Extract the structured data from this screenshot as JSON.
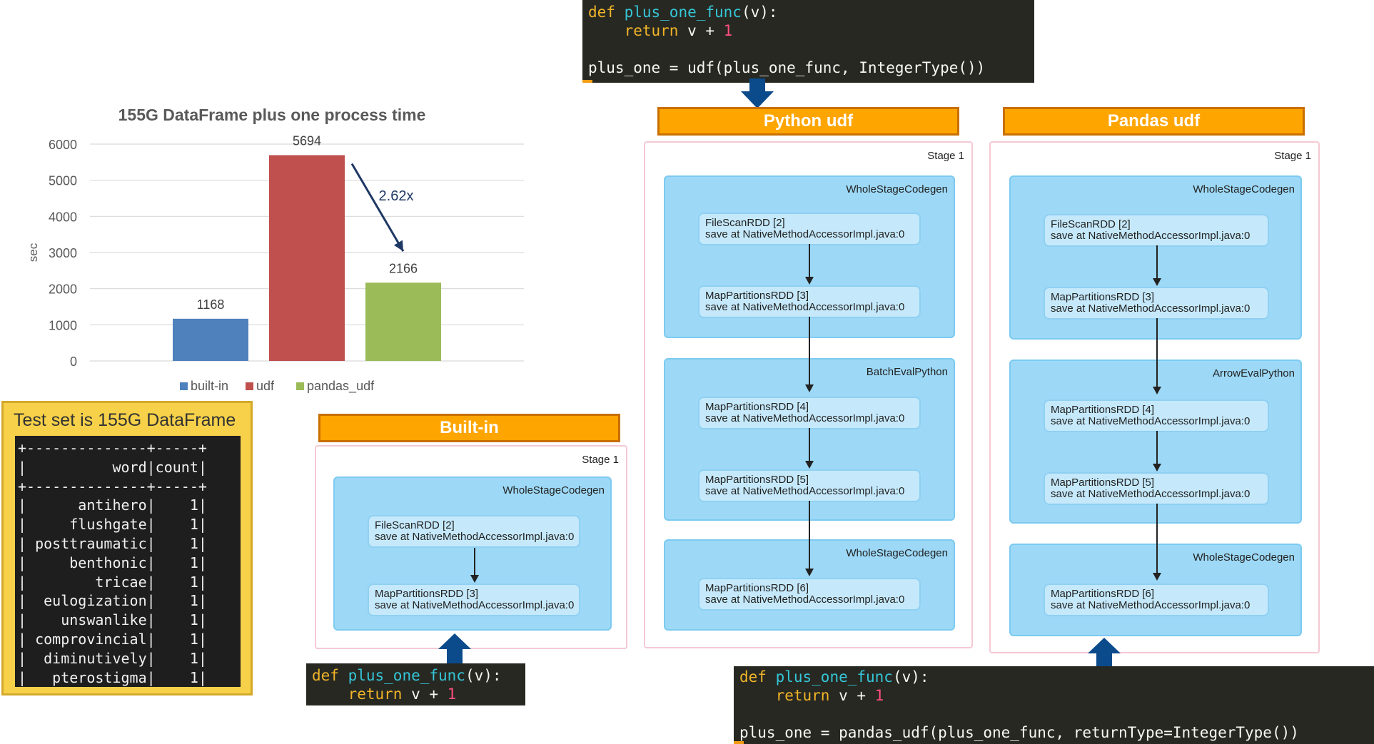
{
  "chart_data": {
    "type": "bar",
    "title": "155G DataFrame plus one process time",
    "ylabel": "sec",
    "ylim": [
      0,
      6000
    ],
    "yticks": [
      0,
      1000,
      2000,
      3000,
      4000,
      5000,
      6000
    ],
    "categories": [
      "built-in",
      "udf",
      "pandas_udf"
    ],
    "values": [
      1168,
      5694,
      2166
    ],
    "colors": [
      "#4f81bd",
      "#c0504d",
      "#9bbb59"
    ],
    "legend": [
      "built-in",
      "udf",
      "pandas_udf"
    ],
    "legend_position": "bottom",
    "grid": true,
    "annotation": "2.62x"
  },
  "test_set": {
    "title": "Test set is 155G DataFrame",
    "border": "+--------------+-----+",
    "header": [
      "word",
      "count"
    ],
    "rows": [
      [
        "antihero",
        "1"
      ],
      [
        "flushgate",
        "1"
      ],
      [
        "posttraumatic",
        "1"
      ],
      [
        "benthonic",
        "1"
      ],
      [
        "tricae",
        "1"
      ],
      [
        "eulogization",
        "1"
      ],
      [
        "unswanlike",
        "1"
      ],
      [
        "comprovincial",
        "1"
      ],
      [
        "diminutively",
        "1"
      ],
      [
        "pterostigma",
        "1"
      ]
    ]
  },
  "code_snippets": {
    "keyword_def": "def",
    "func_name": "plus_one_func",
    "func_args": "(v):",
    "return_kw": "return",
    "return_expr": "v + ",
    "one": "1",
    "udf_line": "plus_one = udf(plus_one_func, IntegerType())",
    "pandas_udf_line": "plus_one = pandas_udf(plus_one_func, returnType=IntegerType())"
  },
  "panels": {
    "builtin": {
      "title": "Built-in",
      "stage": "Stage 1",
      "clusters": [
        {
          "label": "WholeStageCodegen",
          "nodes": [
            {
              "name": "FileScanRDD [2]",
              "detail": "save at NativeMethodAccessorImpl.java:0"
            },
            {
              "name": "MapPartitionsRDD [3]",
              "detail": "save at NativeMethodAccessorImpl.java:0"
            }
          ]
        }
      ]
    },
    "python_udf": {
      "title": "Python udf",
      "stage": "Stage 1",
      "clusters": [
        {
          "label": "WholeStageCodegen",
          "nodes": [
            {
              "name": "FileScanRDD [2]",
              "detail": "save at NativeMethodAccessorImpl.java:0"
            },
            {
              "name": "MapPartitionsRDD [3]",
              "detail": "save at NativeMethodAccessorImpl.java:0"
            }
          ]
        },
        {
          "label": "BatchEvalPython",
          "nodes": [
            {
              "name": "MapPartitionsRDD [4]",
              "detail": "save at NativeMethodAccessorImpl.java:0"
            },
            {
              "name": "MapPartitionsRDD [5]",
              "detail": "save at NativeMethodAccessorImpl.java:0"
            }
          ]
        },
        {
          "label": "WholeStageCodegen",
          "nodes": [
            {
              "name": "MapPartitionsRDD [6]",
              "detail": "save at NativeMethodAccessorImpl.java:0"
            }
          ]
        }
      ]
    },
    "pandas_udf": {
      "title": "Pandas udf",
      "stage": "Stage 1",
      "clusters": [
        {
          "label": "WholeStageCodegen",
          "nodes": [
            {
              "name": "FileScanRDD [2]",
              "detail": "save at NativeMethodAccessorImpl.java:0"
            },
            {
              "name": "MapPartitionsRDD [3]",
              "detail": "save at NativeMethodAccessorImpl.java:0"
            }
          ]
        },
        {
          "label": "ArrowEvalPython",
          "nodes": [
            {
              "name": "MapPartitionsRDD [4]",
              "detail": "save at NativeMethodAccessorImpl.java:0"
            },
            {
              "name": "MapPartitionsRDD [5]",
              "detail": "save at NativeMethodAccessorImpl.java:0"
            }
          ]
        },
        {
          "label": "WholeStageCodegen",
          "nodes": [
            {
              "name": "MapPartitionsRDD [6]",
              "detail": "save at NativeMethodAccessorImpl.java:0"
            }
          ]
        }
      ]
    }
  }
}
